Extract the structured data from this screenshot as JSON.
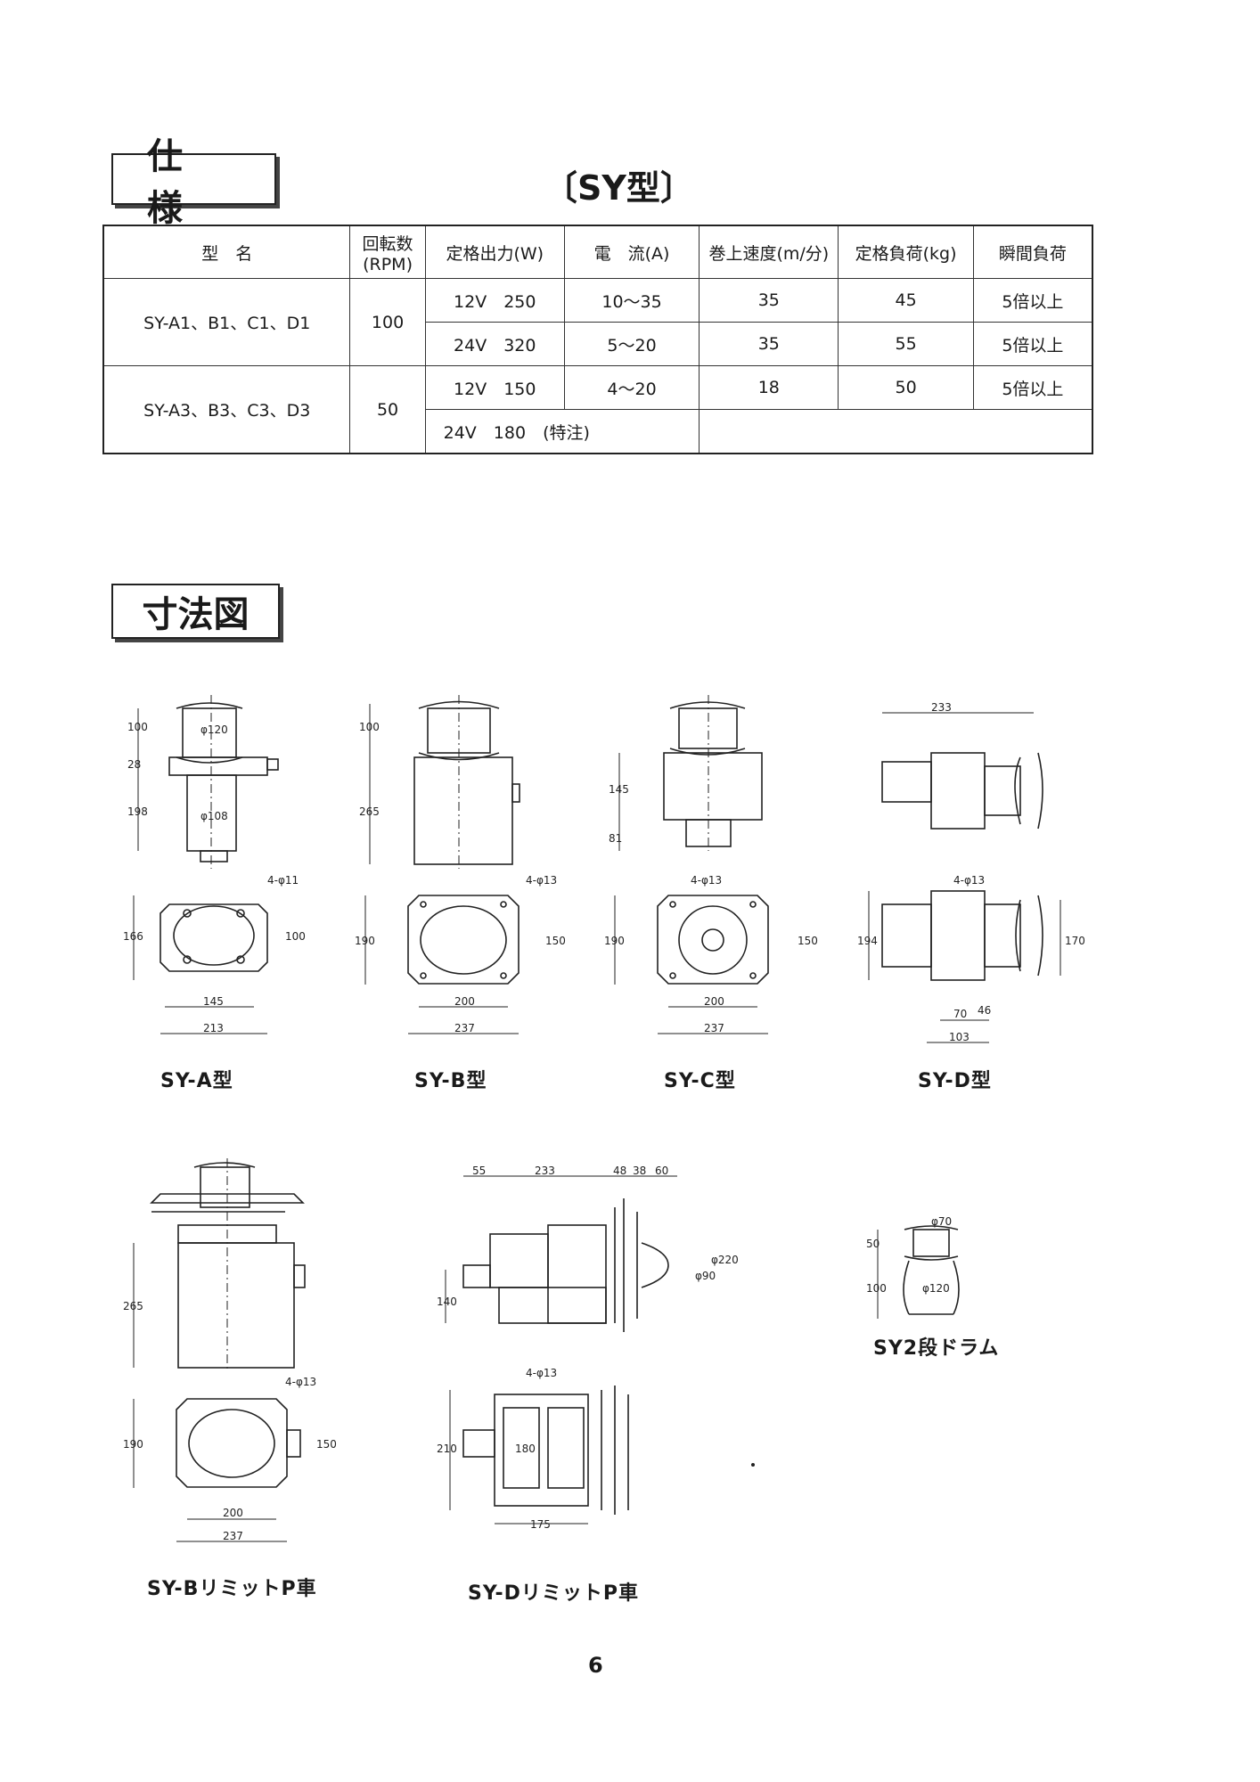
{
  "headings": {
    "spec": "仕 様",
    "dims": "寸法図"
  },
  "model_title": "〔SY型〕",
  "table": {
    "headers": {
      "model": "型　名",
      "rpm_top": "回転数",
      "rpm_bottom": "(RPM)",
      "output": "定格出力(W)",
      "current": "電　流(A)",
      "speed": "巻上速度(m/分)",
      "load": "定格負荷(kg)",
      "instant": "瞬間負荷"
    },
    "rows": [
      {
        "model": "SY-A1、B1、C1、D1",
        "rpm": "100",
        "sub": [
          {
            "output": "12V　250",
            "current": "10～35",
            "speed": "35",
            "load": "45",
            "instant": "5倍以上"
          },
          {
            "output": "24V　320",
            "current": "5～20",
            "speed": "35",
            "load": "55",
            "instant": "5倍以上"
          }
        ]
      },
      {
        "model": "SY-A3、B3、C3、D3",
        "rpm": "50",
        "sub": [
          {
            "output": "12V　150",
            "current": "4～20",
            "speed": "18",
            "load": "50",
            "instant": "5倍以上"
          },
          {
            "output": "24V　180　(特注)"
          }
        ]
      }
    ]
  },
  "captions": {
    "a": "SY-A型",
    "b": "SY-B型",
    "c": "SY-C型",
    "d": "SY-D型",
    "b_limit": "SY-BリミットP車",
    "d_limit": "SY-DリミットP車",
    "drum": "SY2段ドラム"
  },
  "dims": {
    "a": [
      "φ120",
      "100",
      "28",
      "198",
      "φ108",
      "4-φ11",
      "166",
      "100",
      "145",
      "213"
    ],
    "b": [
      "100",
      "265",
      "4-φ13",
      "190",
      "150",
      "200",
      "237"
    ],
    "c": [
      "145",
      "81",
      "4-φ13",
      "190",
      "150",
      "200",
      "237"
    ],
    "d": [
      "233",
      "4-φ13",
      "194",
      "170",
      "70",
      "46",
      "103"
    ],
    "bl": [
      "265",
      "4-φ13",
      "190",
      "150",
      "200",
      "237"
    ],
    "dl": [
      "55",
      "233",
      "48",
      "38",
      "60",
      "φ220",
      "φ90",
      "140",
      "4-φ13",
      "210",
      "180",
      "175"
    ],
    "drum": [
      "φ70",
      "50",
      "100",
      "φ120"
    ]
  },
  "page_number": "6"
}
